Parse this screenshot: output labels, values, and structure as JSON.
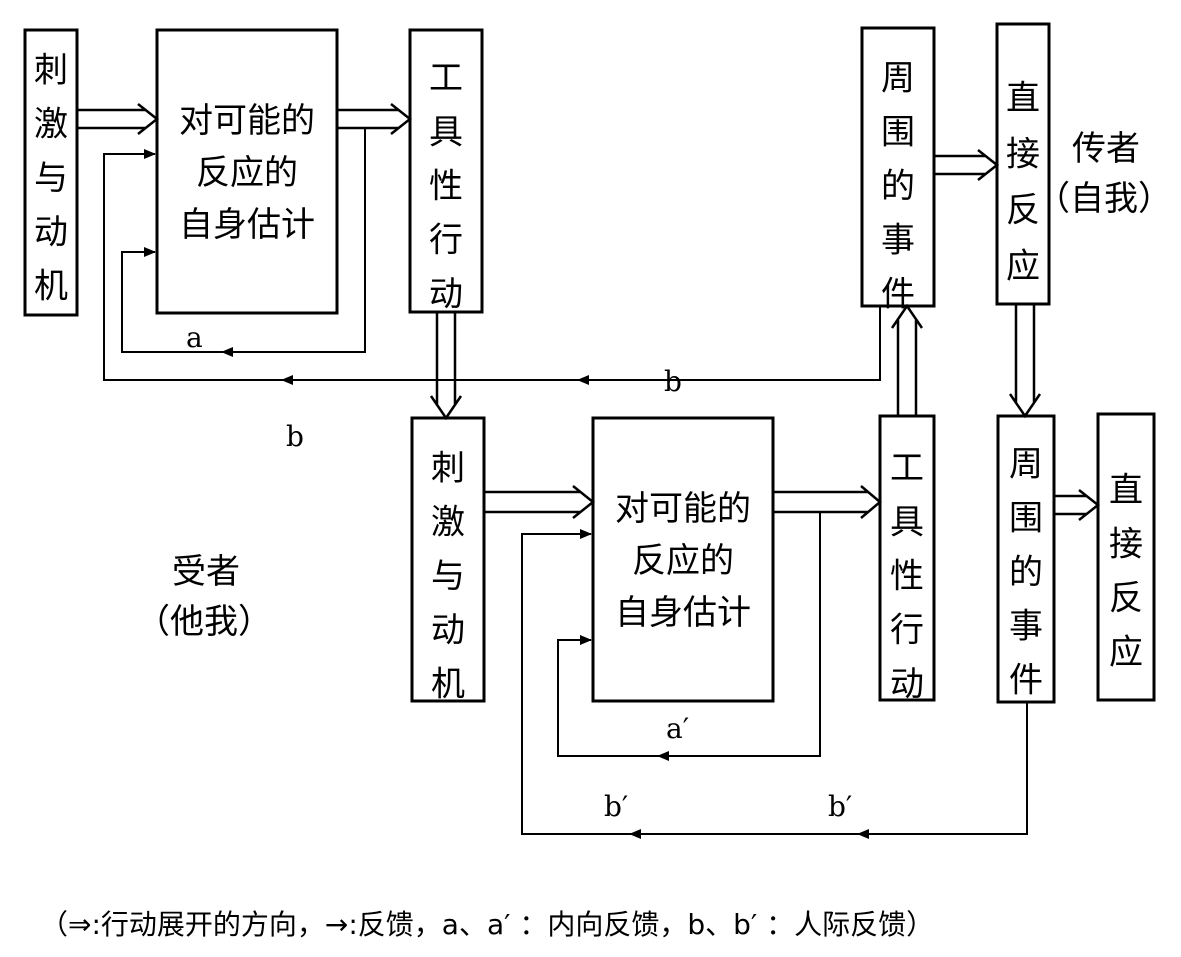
{
  "sender": {
    "stimulus": "刺激与动机",
    "estimate": [
      "对可能的",
      "反应的",
      "自身估计"
    ],
    "action": "工具性行动",
    "events": "周围的事件",
    "reaction": "直接反应",
    "role": "传者",
    "role_note": "（自我）"
  },
  "receiver": {
    "stimulus": "刺激与动机",
    "estimate": [
      "对可能的",
      "反应的",
      "自身估计"
    ],
    "action": "工具性行动",
    "events": "周围的事件",
    "reaction": "直接反应",
    "role": "受者",
    "role_note": "（他我）"
  },
  "labels": {
    "a": "a",
    "b": "b",
    "a_prime": "a′",
    "b_prime": "b′"
  },
  "legend": "（⇒:行动展开的方向，→:反馈，a、a′ ：内向反馈，b、b′ ：人际反馈）"
}
